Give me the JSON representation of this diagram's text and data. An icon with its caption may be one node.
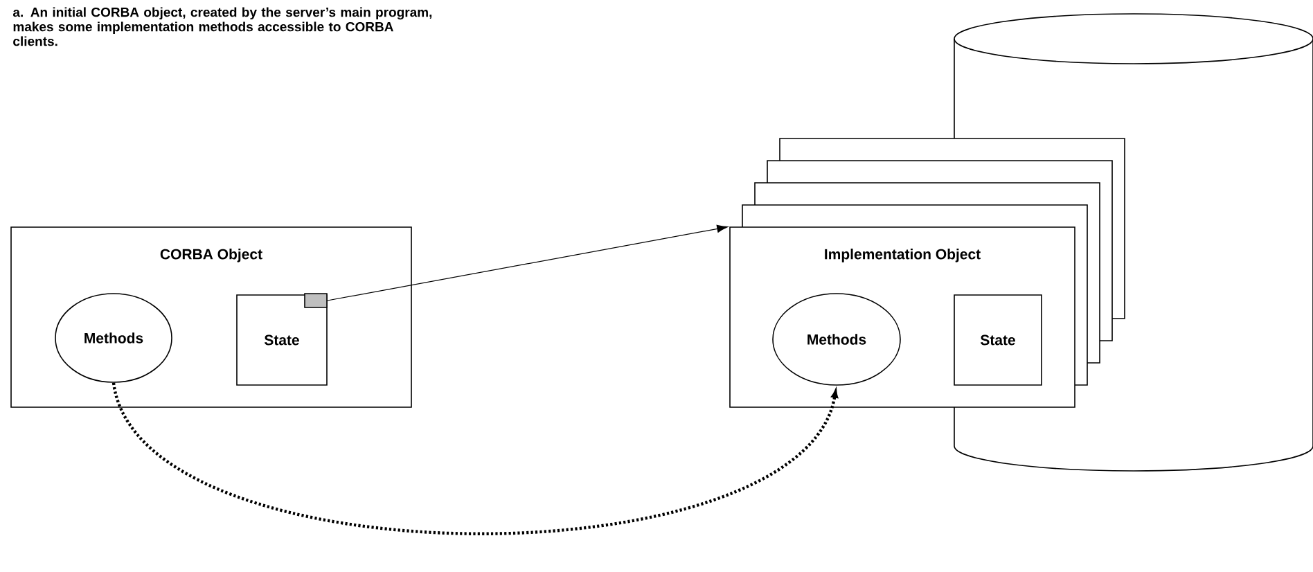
{
  "diagram": {
    "title": "a. An initial CORBA object, created by the server’s main program, makes some implementation methods accessible to CORBA clients.",
    "nodes": [
      {
        "text": [
          "CORBA Object"
        ]
      },
      {
        "text": [
          "Methods"
        ],
        "in": 0
      },
      {
        "text": [
          "State"
        ],
        "in": 0
      },
      {
        "text": [],
        "shape": "box",
        "in": 2
      },
      {
        "text": [
          "Implementation Object"
        ]
      },
      {
        "text": [
          "Methods"
        ],
        "in": 4
      },
      {
        "text": [
          "State"
        ]
      },
      {
        "text": [],
        "shape": "cylinder"
      }
    ],
    "edges": [
      {
        "from": 3,
        "to": 4,
        "arrow": "to"
      },
      {
        "from": 1,
        "to": 5,
        "arrow": "to",
        "style": "dashed"
      }
    ]
  }
}
